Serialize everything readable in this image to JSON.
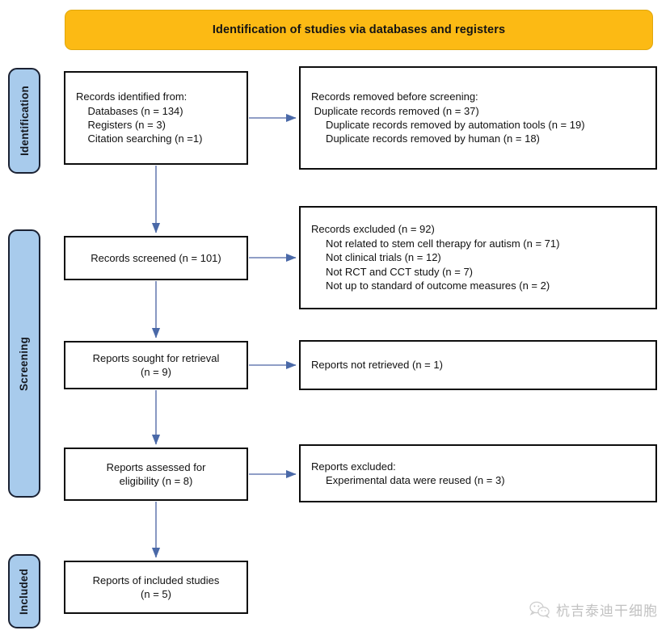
{
  "banner": {
    "title": "Identification of studies via databases and registers"
  },
  "stages": [
    {
      "id": "identification",
      "label": "Identification"
    },
    {
      "id": "screening",
      "label": "Screening"
    },
    {
      "id": "included",
      "label": "Included"
    }
  ],
  "boxes": {
    "identified": "Records identified from:\n    Databases (n = 134)\n    Registers (n = 3)\n    Citation searching (n =1)",
    "removed": "Records removed before screening:\n Duplicate records removed (n = 37)\n     Duplicate records removed by automation tools (n = 19)\n     Duplicate records removed by human (n = 18)",
    "screened": "Records screened (n = 101)",
    "excluded": "Records excluded (n = 92)\n     Not related to stem cell therapy for autism (n = 71)\n     Not clinical trials (n = 12)\n     Not RCT and CCT study (n = 7)\n     Not up to standard of outcome measures (n = 2)",
    "sought": "Reports sought for retrieval\n(n = 9)",
    "not_retrieved": "Reports not retrieved (n = 1)",
    "assessed": "Reports assessed for\neligibility (n = 8)",
    "reports_excluded": "Reports excluded:\n     Experimental data were reused (n = 3)",
    "included": "Reports of included studies\n(n = 5)"
  },
  "watermark": {
    "text": "杭吉泰迪干细胞",
    "icon": "wechat-icon"
  },
  "colors": {
    "banner_bg": "#FCBA14",
    "stage_bg": "#A8CBEC",
    "stage_border": "#1b2233",
    "box_border": "#0d0d0d",
    "arrow": "#4A69A8"
  },
  "flow_counts": {
    "records_identified_databases": 134,
    "records_identified_registers": 3,
    "records_identified_citation_searching": 1,
    "duplicate_records_removed": 37,
    "duplicate_removed_automation": 19,
    "duplicate_removed_human": 18,
    "records_screened": 101,
    "records_excluded": 92,
    "excluded_not_related": 71,
    "excluded_not_clinical_trials": 12,
    "excluded_not_rct_cct": 7,
    "excluded_not_up_to_standard": 2,
    "reports_sought": 9,
    "reports_not_retrieved": 1,
    "reports_assessed": 8,
    "reports_excluded_reused": 3,
    "reports_included": 5
  }
}
